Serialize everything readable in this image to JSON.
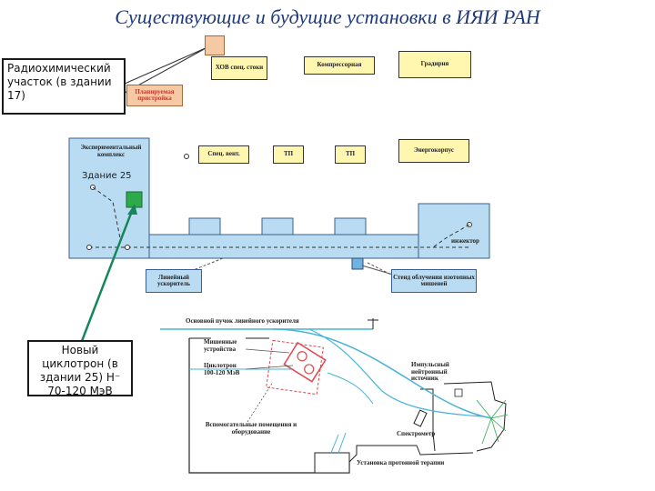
{
  "title": "Существующие и будущие установки в ИЯИ РАН",
  "callouts": {
    "radiochem": "Радиохимический участок (в здании 17)",
    "cyclotron": "Новый циклотрон (в здании 25) H⁻ 70-120 МэВ"
  },
  "site_plan": {
    "planned_annex": "Планируемая пристройка",
    "hov": "ХОВ спец. стоки",
    "compressor": "Компрессорная",
    "gradirnya": "Градирня",
    "exp_complex": "Экспериментальный комплекс",
    "spec_vent": "Спец. вент.",
    "tp1": "ТП",
    "tp2": "ТП",
    "energy": "Энергокорпус",
    "building25": "Здание 25",
    "injector": "инжектор",
    "linac": "Линейный ускоритель",
    "stand": "Стенд облучения изотопных мишеней"
  },
  "floor_plan": {
    "main_beam": "Основной пучок линейного ускорителя",
    "target_devices": "Мишенные устройства",
    "cyclotron": "Циклотрон 100-120 МэВ",
    "aux_rooms": "Вспомогательные помещения и оборудование",
    "pulsed_source": "Импульсный нейтронный источник",
    "spectrometer": "Спектрометр",
    "proton_therapy": "Установка протонной терапии"
  },
  "colors": {
    "title": "#1f3a7a",
    "building_fill": "#b9dcf3",
    "yellow_fill": "#fff6b0",
    "peach_fill": "#f5c9a4",
    "beam_line": "#49b3d6",
    "arrow_green": "#17855a",
    "cyclotron_red": "#e0474c"
  }
}
